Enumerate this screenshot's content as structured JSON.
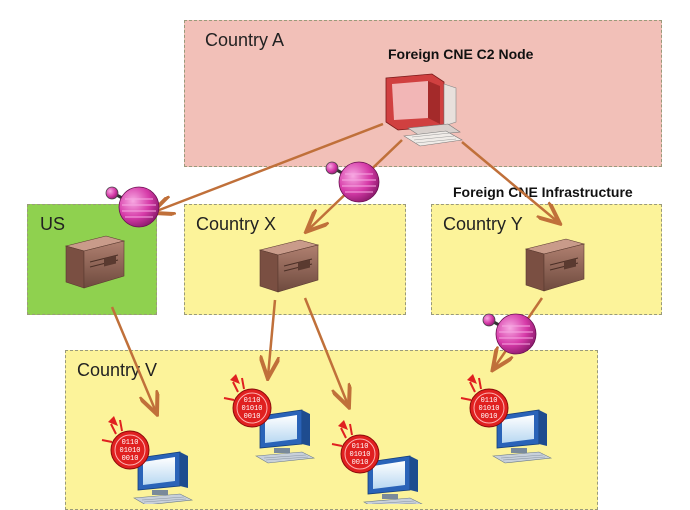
{
  "regions": {
    "country_a": {
      "label": "Country A",
      "color": "#f2c0b8"
    },
    "us": {
      "label": "US",
      "color": "#8fd14f"
    },
    "country_x": {
      "label": "Country X",
      "color": "#fcf39a"
    },
    "country_y": {
      "label": "Country Y",
      "color": "#fcf39a"
    },
    "country_v": {
      "label": "Country V",
      "color": "#fcf39a"
    }
  },
  "labels": {
    "c2_node": "Foreign CNE C2 Node",
    "infrastructure": "Foreign CNE Infrastructure"
  },
  "colors": {
    "arrow": "#c0703a",
    "implant": "#d63aa8",
    "server": "#9a6a5a",
    "monitor_body": "#2a63b8",
    "bug_red": "#e02020"
  },
  "icons": [
    "c2-computer-icon",
    "server-icon",
    "implant-balloon-icon",
    "infected-computer-icon",
    "binary-bug-icon"
  ],
  "bug_text": [
    "0110",
    "01010",
    "0010"
  ]
}
